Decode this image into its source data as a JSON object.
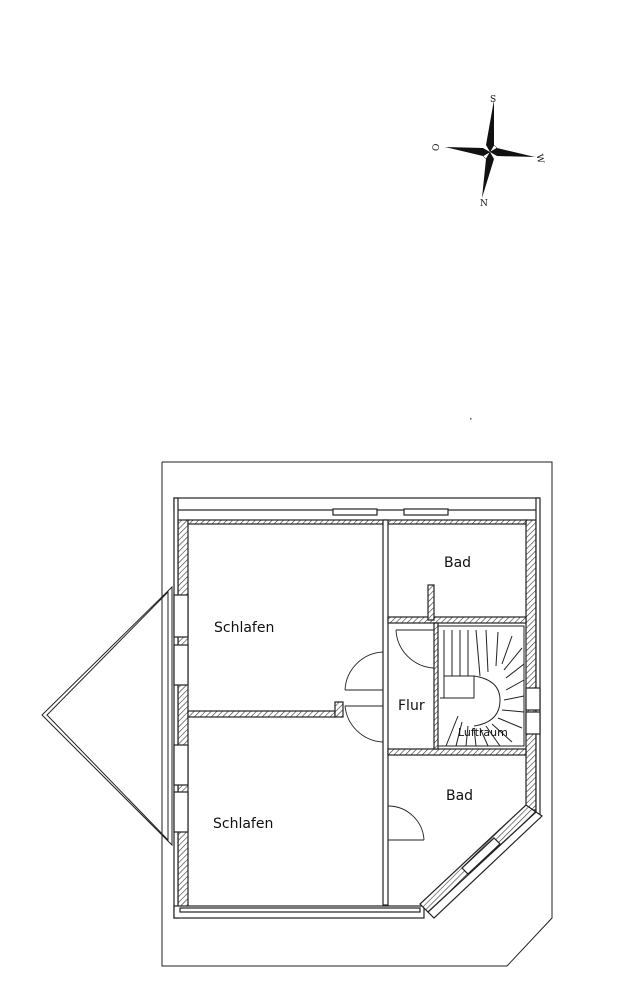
{
  "compass": {
    "top": "S",
    "left": "O",
    "right": "W",
    "bottom": "N"
  },
  "rooms": {
    "schlafen_top": "Schlafen",
    "schlafen_bottom": "Schlafen",
    "bad_top": "Bad",
    "bad_bottom": "Bad",
    "flur": "Flur",
    "luftraum": "Luftraum"
  }
}
